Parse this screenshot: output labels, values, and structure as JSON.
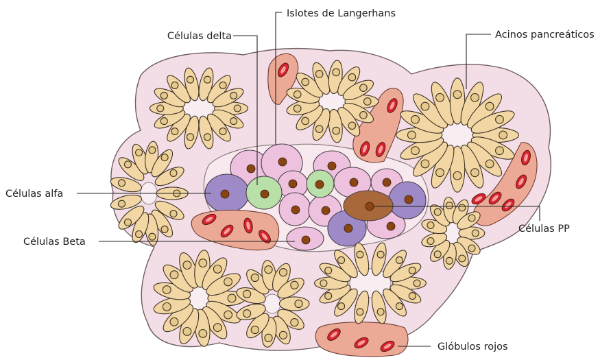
{
  "labels": {
    "islets": "Islotes de Langerhans",
    "delta": "Células delta",
    "acini": "Acinos pancreáticos",
    "alpha": "Células alfa",
    "pp": "Células PP",
    "beta": "Células Beta",
    "rbc": "Glóbulos rojos"
  },
  "colors": {
    "tissue": "#f3dde6",
    "islet_bg": "#f8e9ef",
    "acinar_cell": "#f2d7a4",
    "alpha_cell": "#9d8ac6",
    "beta_cell": "#eec2df",
    "delta_cell": "#b9e0a8",
    "pp_cell": "#a8683a",
    "nucleus": "#8b4513",
    "vessel": "#ecaa96",
    "red_blood_cell": "#d8242e"
  }
}
